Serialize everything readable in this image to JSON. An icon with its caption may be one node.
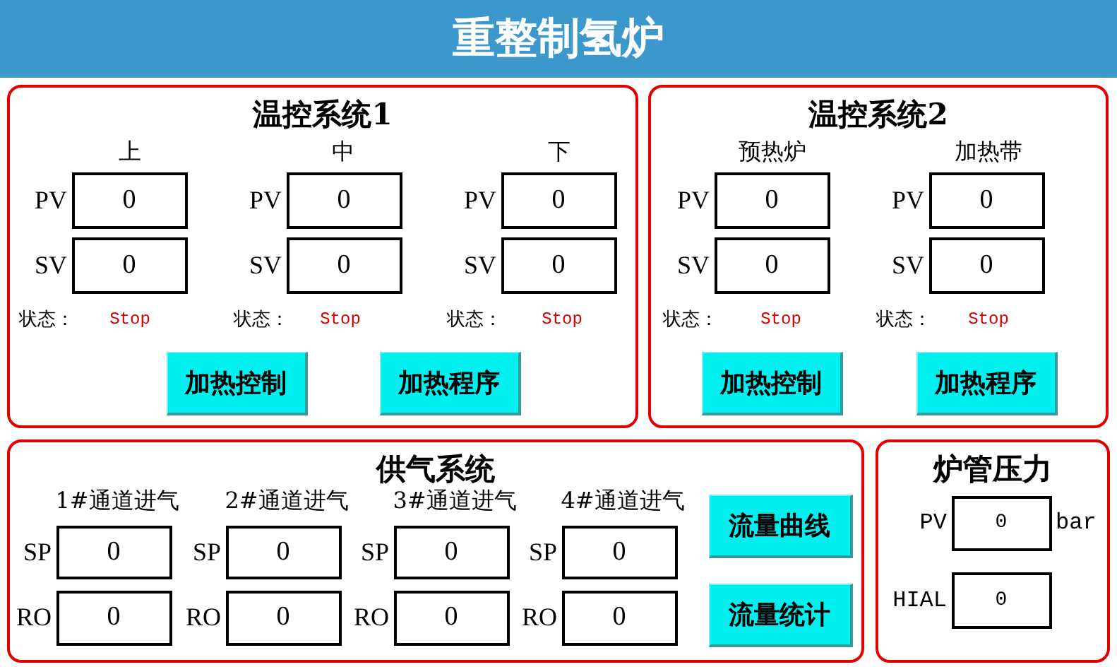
{
  "diagram": {
    "title": "重整制氢炉",
    "nodes": [
      {
        "text": [
          "温控系统1"
        ]
      },
      {
        "text": [
          "0"
        ],
        "beside": [
          "PV"
        ],
        "in": 0
      },
      {
        "text": [
          "0"
        ],
        "beside": [
          "PV"
        ],
        "in": 0
      },
      {
        "text": [
          "0"
        ],
        "beside": [
          "PV"
        ],
        "in": 0
      },
      {
        "text": [
          "0"
        ],
        "beside": [
          "SV"
        ],
        "in": 0
      },
      {
        "text": [
          "0"
        ],
        "beside": [
          "SV"
        ],
        "in": 0
      },
      {
        "text": [
          "0"
        ],
        "beside": [
          "SV"
        ],
        "in": 0
      },
      {
        "text": [
          "加热控制"
        ],
        "in": 0
      },
      {
        "text": [
          "加热程序"
        ],
        "in": 0
      },
      {
        "text": [
          "温控系统2"
        ]
      },
      {
        "text": [
          "0"
        ],
        "beside": [
          "PV"
        ],
        "in": 9
      },
      {
        "text": [
          "0"
        ],
        "beside": [
          "PV"
        ],
        "in": 9
      },
      {
        "text": [
          "0"
        ],
        "beside": [
          "SV"
        ],
        "in": 9
      },
      {
        "text": [
          "0"
        ],
        "beside": [
          "SV"
        ],
        "in": 9
      },
      {
        "text": [
          "加热控制"
        ],
        "in": 9
      },
      {
        "text": [
          "加热程序"
        ],
        "in": 9
      },
      {
        "text": [
          "供气系统"
        ]
      },
      {
        "text": [
          "0"
        ],
        "beside": [
          "SP"
        ],
        "in": 16
      },
      {
        "text": [
          "0"
        ],
        "beside": [
          "SP"
        ],
        "in": 16
      },
      {
        "text": [
          "0"
        ],
        "beside": [
          "SP"
        ],
        "in": 16
      },
      {
        "text": [
          "0"
        ],
        "beside": [
          "SP"
        ],
        "in": 16
      },
      {
        "text": [
          "0"
        ],
        "beside": [
          "RO"
        ],
        "in": 16
      },
      {
        "text": [
          "0"
        ],
        "beside": [
          "RO"
        ],
        "in": 16
      },
      {
        "text": [
          "0"
        ],
        "beside": [
          "RO"
        ],
        "in": 16
      },
      {
        "text": [
          "0"
        ],
        "beside": [
          "RO"
        ],
        "in": 16
      },
      {
        "text": [
          "流量曲线"
        ],
        "in": 16
      },
      {
        "text": [
          "流量统计"
        ],
        "in": 16
      },
      {
        "text": [
          "炉管压力"
        ]
      },
      {
        "text": [
          "0"
        ],
        "beside": [
          "PV",
          "bar"
        ],
        "in": 27
      },
      {
        "text": [
          "0"
        ],
        "beside": [
          "HIAL"
        ],
        "in": 27
      }
    ],
    "labels": [
      "上",
      "中",
      "下",
      "状态：",
      "Stop",
      "状态：",
      "Stop",
      "状态：",
      "Stop",
      "预热炉",
      "加热带",
      "状态：",
      "Stop",
      "状态：",
      "Stop",
      "1#通道进气",
      "2#通道进气",
      "3#通道进气",
      "4#通道进气"
    ]
  }
}
